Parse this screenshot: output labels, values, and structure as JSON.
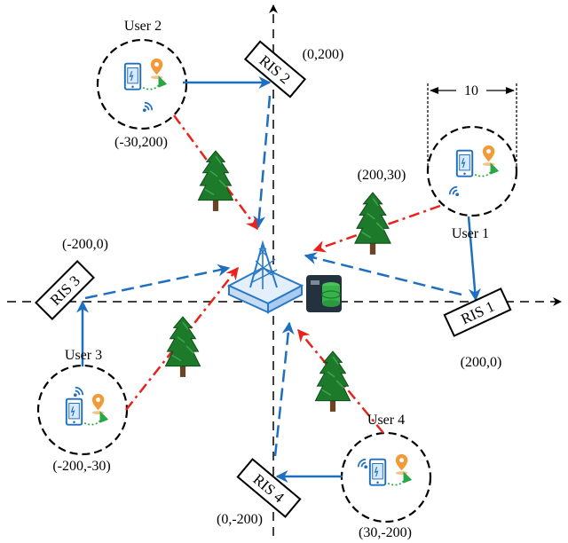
{
  "users": [
    {
      "id": "user2",
      "label": "User 2",
      "coord": "(-30,200)"
    },
    {
      "id": "user1",
      "label": "User 1",
      "coord": "(200,30)"
    },
    {
      "id": "user3",
      "label": "User 3",
      "coord": "(-200,-30)"
    },
    {
      "id": "user4",
      "label": "User 4",
      "coord": "(30,-200)"
    }
  ],
  "ris": [
    {
      "id": "ris2",
      "label": "RIS 2",
      "coord": "(0,200)"
    },
    {
      "id": "ris1",
      "label": "RIS 1",
      "coord": "(200,0)"
    },
    {
      "id": "ris3",
      "label": "RIS 3",
      "coord": "(-200,0)"
    },
    {
      "id": "ris4",
      "label": "RIS 4",
      "coord": "(0,-200)"
    }
  ],
  "dimension_label": "10",
  "colors": {
    "direct_link": "#e8231c",
    "reflected_link": "#1f6fc0",
    "tree_green": "#1d7a2b",
    "tower_blue": "#2a78c8",
    "server_dark": "#243240",
    "server_green": "#37b34a",
    "pin_orange": "#f39a38",
    "arrow_green": "#29a745"
  },
  "icons": [
    "phone-icon",
    "location-pin-icon",
    "wifi-icon",
    "tree-icon",
    "base-station-tower-icon",
    "server-icon"
  ]
}
